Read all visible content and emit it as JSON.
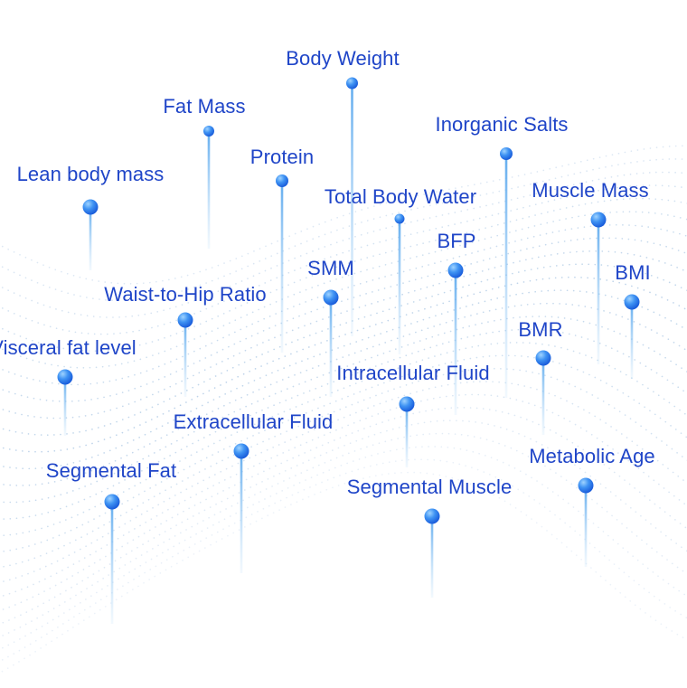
{
  "metrics": [
    "Body Weight",
    "Fat Mass",
    "Inorganic Salts",
    "Protein",
    "Lean body mass",
    "Total Body Water",
    "Muscle Mass",
    "BFP",
    "SMM",
    "BMI",
    "Waist-to-Hip Ratio",
    "BMR",
    "Visceral fat level",
    "Intracellular Fluid",
    "Extracellular Fluid",
    "Metabolic Age",
    "Segmental Fat",
    "Segmental Muscle"
  ],
  "colors": {
    "label": "#1f45c8",
    "pin": "#1d78ec",
    "pin_highlight": "#9fd3ff",
    "line": "#8cc4f0",
    "dots": "#a9c6e3",
    "background": "#ffffff"
  }
}
